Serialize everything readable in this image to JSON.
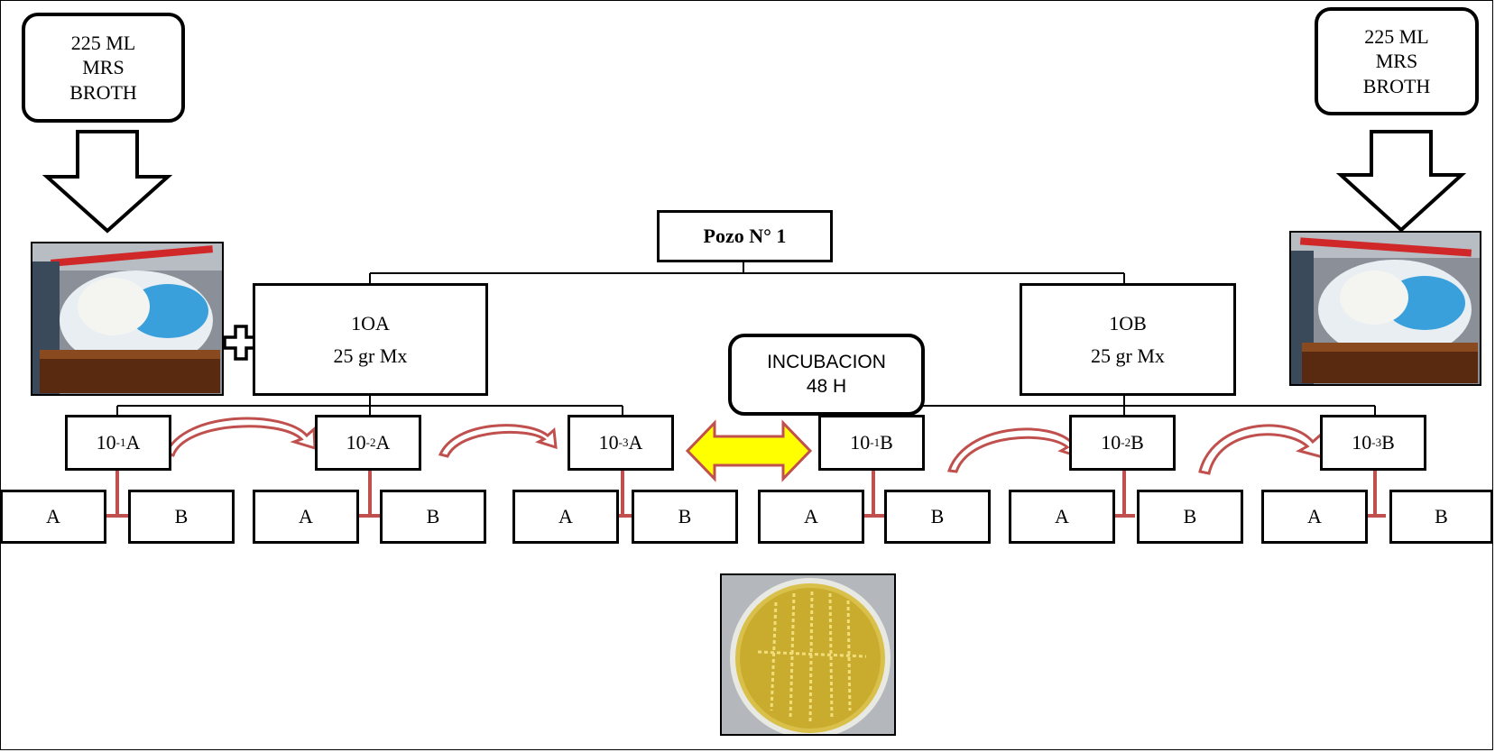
{
  "broth_left": {
    "lines": [
      "225 ML",
      "MRS",
      "BROTH"
    ]
  },
  "broth_right": {
    "lines": [
      "225 ML",
      "MRS",
      "BROTH"
    ]
  },
  "root": {
    "label": "Pozo N° 1"
  },
  "sample_a": {
    "line1": "1OA",
    "line2": "25 gr Mx"
  },
  "sample_b": {
    "line1": "1OB",
    "line2": "25 gr Mx"
  },
  "incubation": {
    "line1": "INCUBACION",
    "line2": "48 H"
  },
  "dilutions": [
    {
      "base": "10",
      "exp": "-1",
      "suffix": "A"
    },
    {
      "base": "10",
      "exp": "-2",
      "suffix": "A"
    },
    {
      "base": "10",
      "exp": "-3",
      "suffix": "A"
    },
    {
      "base": "10",
      "exp": "-1",
      "suffix": "B"
    },
    {
      "base": "10",
      "exp": "-2",
      "suffix": "B"
    },
    {
      "base": "10",
      "exp": "-3",
      "suffix": "B"
    }
  ],
  "replicates": [
    "A",
    "B",
    "A",
    "B",
    "A",
    "B",
    "A",
    "B",
    "A",
    "B",
    "A",
    "B"
  ],
  "colors": {
    "curved_arrow": "#c0504d",
    "double_arrow_fill": "#ffff00",
    "double_arrow_stroke": "#c0504d",
    "replicate_connector": "#c0504d"
  }
}
